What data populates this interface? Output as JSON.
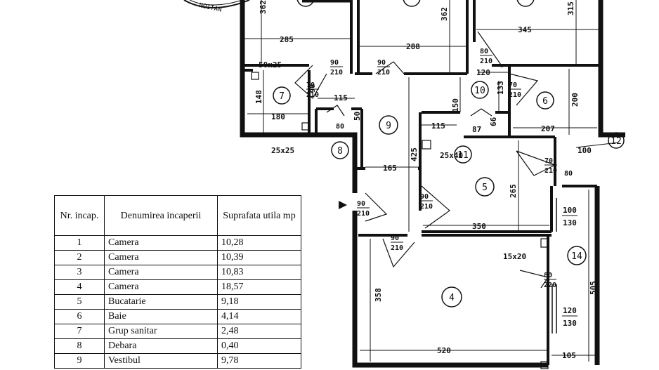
{
  "table": {
    "headers": [
      "Nr. incap.",
      "Denumirea incaperii",
      "Suprafata utila mp"
    ],
    "rows": [
      {
        "nr": "1",
        "name": "Camera",
        "area": "10,28"
      },
      {
        "nr": "2",
        "name": "Camera",
        "area": "10,39"
      },
      {
        "nr": "3",
        "name": "Camera",
        "area": "10,83"
      },
      {
        "nr": "4",
        "name": "Camera",
        "area": "18,57"
      },
      {
        "nr": "5",
        "name": "Bucatarie",
        "area": "9,18"
      },
      {
        "nr": "6",
        "name": "Baie",
        "area": "4,14"
      },
      {
        "nr": "7",
        "name": "Grup sanitar",
        "area": "2,48"
      },
      {
        "nr": "8",
        "name": "Debara",
        "area": "0,40"
      },
      {
        "nr": "9",
        "name": "Vestibul",
        "area": "9,78"
      }
    ]
  },
  "rooms": [
    "4",
    "5",
    "6",
    "7",
    "8",
    "9",
    "10",
    "11",
    "12",
    "14"
  ],
  "dimensions": [
    "362",
    "285",
    "288",
    "362",
    "345",
    "315",
    "50x25",
    "148",
    "180",
    "25x25",
    "115",
    "50",
    "80",
    "90",
    "120",
    "133",
    "150",
    "115",
    "87",
    "66",
    "200",
    "207",
    "25x40",
    "165",
    "425",
    "265",
    "350",
    "100",
    "80",
    "15x20",
    "358",
    "520",
    "505",
    "105"
  ],
  "door_labels": [
    {
      "w": "90",
      "h": "210"
    },
    {
      "w": "90",
      "h": "210"
    },
    {
      "w": "80",
      "h": "210"
    },
    {
      "w": "70",
      "h": "210"
    },
    {
      "w": "70",
      "h": "210"
    },
    {
      "w": "70",
      "h": "210"
    },
    {
      "w": "90",
      "h": "210"
    },
    {
      "w": "90",
      "h": "210"
    },
    {
      "w": "90",
      "h": "210"
    },
    {
      "w": "80",
      "h": "220"
    }
  ],
  "window_labels": [
    {
      "w": "100",
      "h": "130"
    },
    {
      "w": "120",
      "h": "130"
    }
  ],
  "stamp_text": "NOITAN"
}
